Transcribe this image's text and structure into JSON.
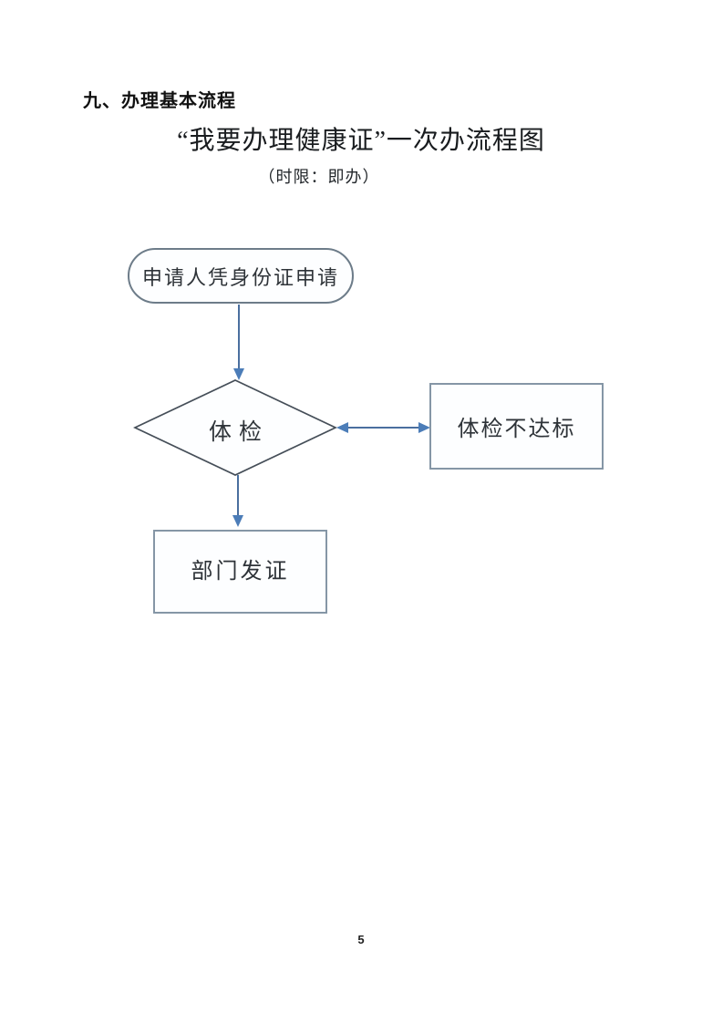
{
  "page": {
    "heading": "九、办理基本流程",
    "title": "“我要办理健康证”一次办流程图",
    "subtitle": "（时限：即办）",
    "page_number": "5"
  },
  "flowchart": {
    "nodes": [
      {
        "id": "start",
        "type": "terminator",
        "label": "申请人凭身份证申请"
      },
      {
        "id": "decision",
        "type": "decision",
        "label": "体检"
      },
      {
        "id": "fail",
        "type": "process",
        "label": "体检不达标"
      },
      {
        "id": "issue",
        "type": "process",
        "label": "部门发证"
      }
    ],
    "edges": [
      {
        "from": "start",
        "to": "decision",
        "style": "arrow"
      },
      {
        "from": "decision",
        "to": "fail",
        "style": "double-arrow"
      },
      {
        "from": "decision",
        "to": "issue",
        "style": "arrow"
      }
    ],
    "colors": {
      "terminator_border": "#6d7c89",
      "process_border": "#8596a6",
      "decision_border": "#454e58",
      "node_fill": "#fdfeff",
      "arrow": "#4c7db8",
      "arrow_stem": "#4a6f9f",
      "text": "#2e3338"
    }
  }
}
